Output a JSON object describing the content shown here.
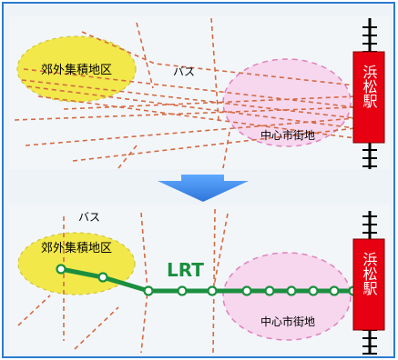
{
  "panels": {
    "top": {
      "suburb_label": "郊外集積地区",
      "bus_label": "バス",
      "center_label": "中心市街地",
      "station_label": "浜松駅"
    },
    "bottom": {
      "suburb_label": "郊外集積地区",
      "bus_label": "バス",
      "center_label": "中心市街地",
      "lrt_label": "LRT",
      "station_label": "浜松駅"
    }
  },
  "colors": {
    "background": "#eef3f8",
    "border": "#2b7bd3",
    "ellipse_suburb_fill": "#f2e84a",
    "ellipse_center_fill": "#f6d7ee",
    "ellipse_center_stroke": "#e080bd",
    "bus_route": "#d46a43",
    "lrt_line": "#1b8f3f",
    "lrt_label": "#1b8f3f",
    "station_box": "#e60012",
    "arrow": "#2f76d8"
  }
}
